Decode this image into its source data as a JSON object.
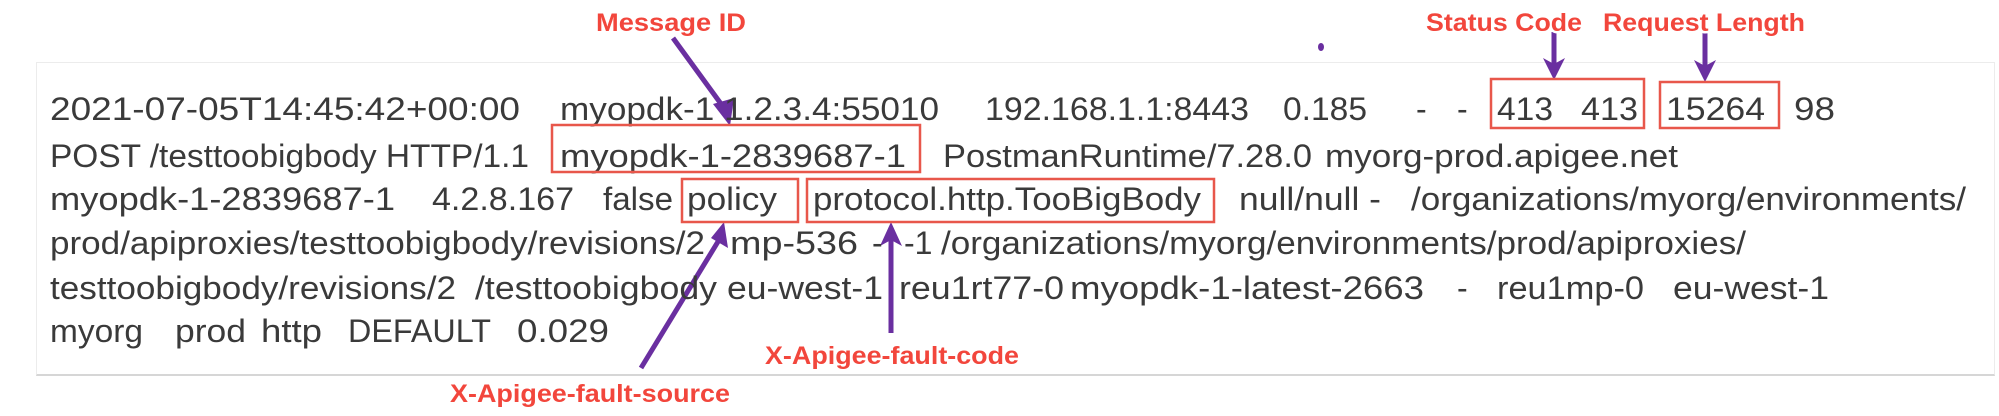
{
  "log": {
    "line1": [
      "2021-07-05T14:45:42+00:00",
      "myopdk-1 1.2.3.4:55010",
      "192.168.1.1:8443",
      "0.185",
      "-",
      "-",
      "413",
      "413",
      "15264",
      "98"
    ],
    "line2": [
      "POST /testtoobigbody HTTP/1.1",
      "myopdk-1-2839687-1",
      "PostmanRuntime/7.28.0",
      "myorg-prod.apigee.net"
    ],
    "line3": [
      "myopdk-1-2839687-1",
      "4.2.8.167",
      "false",
      "policy",
      "protocol.http.TooBigBody",
      "null/null -",
      "/organizations/myorg/environments/"
    ],
    "line4": [
      "prod/apiproxies/testtoobigbody/revisions/2",
      "mp-536",
      "-",
      "-1",
      "/organizations/myorg/environments/prod/apiproxies/"
    ],
    "line5": [
      "testtoobigbody/revisions/2",
      "/testtoobigbody",
      "eu-west-1",
      "reu1rt77-0",
      "myopdk-1-latest-2663",
      "-",
      "reu1mp-0",
      "eu-west-1"
    ],
    "line6": [
      "myorg",
      "prod",
      "http",
      "DEFAULT",
      "0.029"
    ]
  },
  "annotations": {
    "message_id": "Message ID",
    "status_code": "Status Code",
    "request_length": "Request Length",
    "fault_code": "X-Apigee-fault-code",
    "fault_source": "X-Apigee-fault-source"
  },
  "colors": {
    "text": "#3a3a3a",
    "box": "#e8574b",
    "label": "#f2463c",
    "arrow": "#6a2fa0"
  }
}
